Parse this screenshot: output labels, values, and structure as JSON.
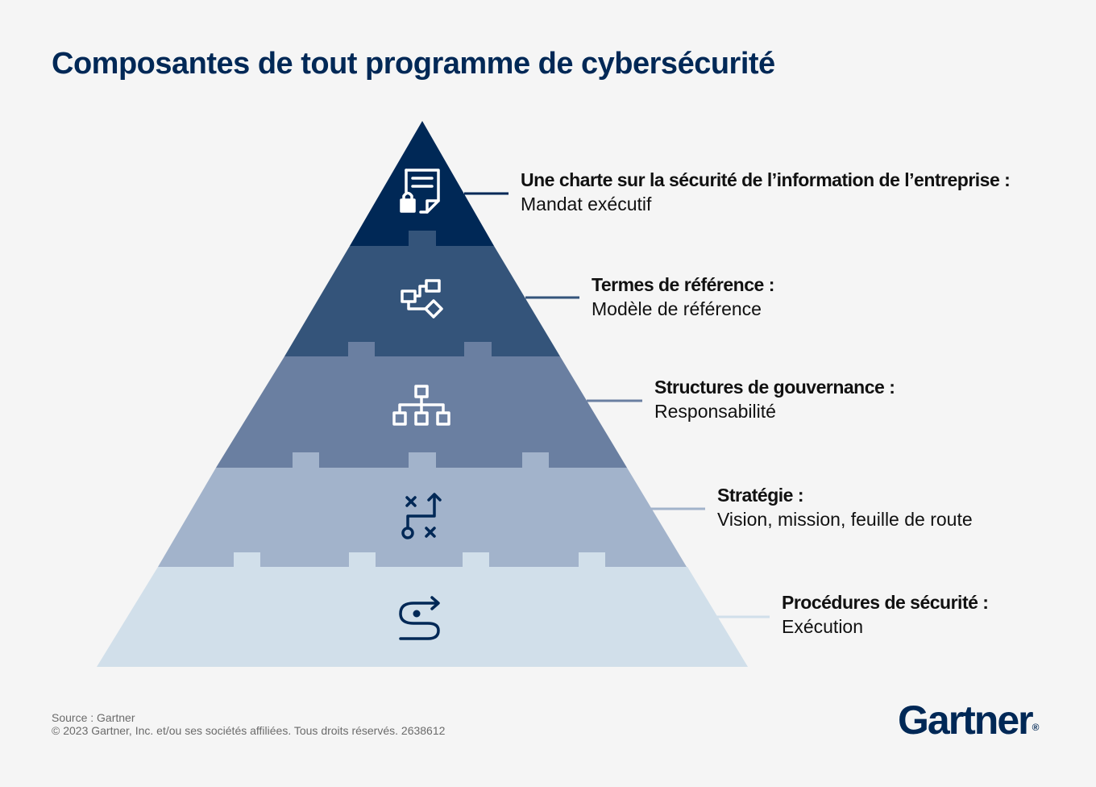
{
  "title": "Composantes de tout programme de cybersécurité",
  "colors": {
    "title": "#002856",
    "tier1": "#002856",
    "tier2": "#34547a",
    "tier3": "#6a7fa1",
    "tier4": "#a2b3cb",
    "tier5": "#d1dfea",
    "background": "#f5f5f5"
  },
  "tiers": [
    {
      "heading": "Une charte sur la sécurité de l’information de l’entreprise :",
      "description": "Mandat exécutif",
      "icon": "document-lock-icon"
    },
    {
      "heading": "Termes de référence :",
      "description": "Modèle de référence",
      "icon": "flow-diagram-icon"
    },
    {
      "heading": "Structures de gouvernance :",
      "description": "Responsabilité",
      "icon": "org-chart-icon"
    },
    {
      "heading": "Stratégie :",
      "description": "Vision, mission, feuille de route",
      "icon": "strategy-path-icon"
    },
    {
      "heading": "Procédures de sécurité :",
      "description": "Exécution",
      "icon": "route-arrow-icon"
    }
  ],
  "footer": {
    "source": "Source : Gartner",
    "copyright": "© 2023 Gartner, Inc. et/ou ses sociétés affiliées. Tous droits réservés. 2638612"
  },
  "logo": {
    "text": "Gartner",
    "mark": "®"
  }
}
